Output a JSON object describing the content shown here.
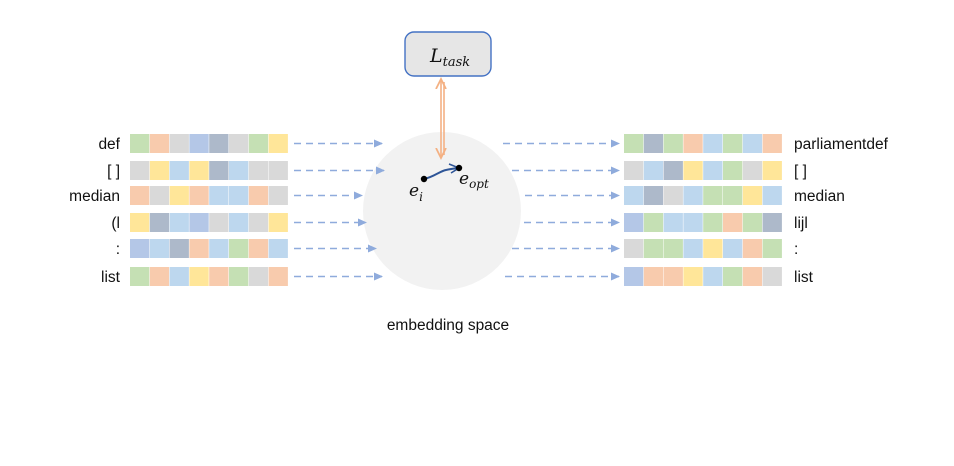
{
  "loss_box": {
    "label": "L",
    "subscript": "task"
  },
  "embedding_space": {
    "caption": "embedding space",
    "point_i": {
      "label": "e",
      "subscript": "i"
    },
    "point_opt": {
      "label": "e",
      "subscript": "opt"
    }
  },
  "input_tokens": [
    "def",
    "[ ]",
    "median",
    "(l",
    ":",
    "list"
  ],
  "output_tokens": [
    "parliamentdef",
    "[ ]",
    "median",
    "lijl",
    ":",
    "list"
  ],
  "colors": {
    "arrow": "#8fabdc",
    "loss_arrow": "#f4b183",
    "box_border": "#4472c4",
    "box_fill": "#e6e6e6",
    "circle_fill": "#f2f2f2",
    "palette": {
      "g": "#c5e0b4",
      "o": "#f8cbad",
      "y": "#ffe699",
      "b": "#bdd7ee",
      "p": "#b4c7e7",
      "d": "#adb9ca",
      "l": "#d9d9d9"
    }
  },
  "input_cells": [
    [
      "g",
      "o",
      "l",
      "p",
      "d",
      "l",
      "g",
      "y"
    ],
    [
      "l",
      "y",
      "b",
      "y",
      "d",
      "b",
      "l",
      "l"
    ],
    [
      "o",
      "l",
      "y",
      "o",
      "b",
      "b",
      "o",
      "l"
    ],
    [
      "y",
      "d",
      "b",
      "p",
      "l",
      "b",
      "l",
      "y"
    ],
    [
      "p",
      "b",
      "d",
      "o",
      "b",
      "g",
      "o",
      "b"
    ],
    [
      "g",
      "o",
      "b",
      "y",
      "o",
      "g",
      "l",
      "o"
    ]
  ],
  "output_cells": [
    [
      "g",
      "d",
      "g",
      "o",
      "b",
      "g",
      "b",
      "o"
    ],
    [
      "l",
      "b",
      "d",
      "y",
      "b",
      "g",
      "l",
      "y"
    ],
    [
      "b",
      "d",
      "l",
      "b",
      "g",
      "g",
      "y",
      "b"
    ],
    [
      "p",
      "g",
      "b",
      "b",
      "g",
      "o",
      "g",
      "d"
    ],
    [
      "l",
      "g",
      "g",
      "b",
      "y",
      "b",
      "o",
      "g"
    ],
    [
      "p",
      "o",
      "o",
      "y",
      "b",
      "g",
      "o",
      "l"
    ]
  ]
}
